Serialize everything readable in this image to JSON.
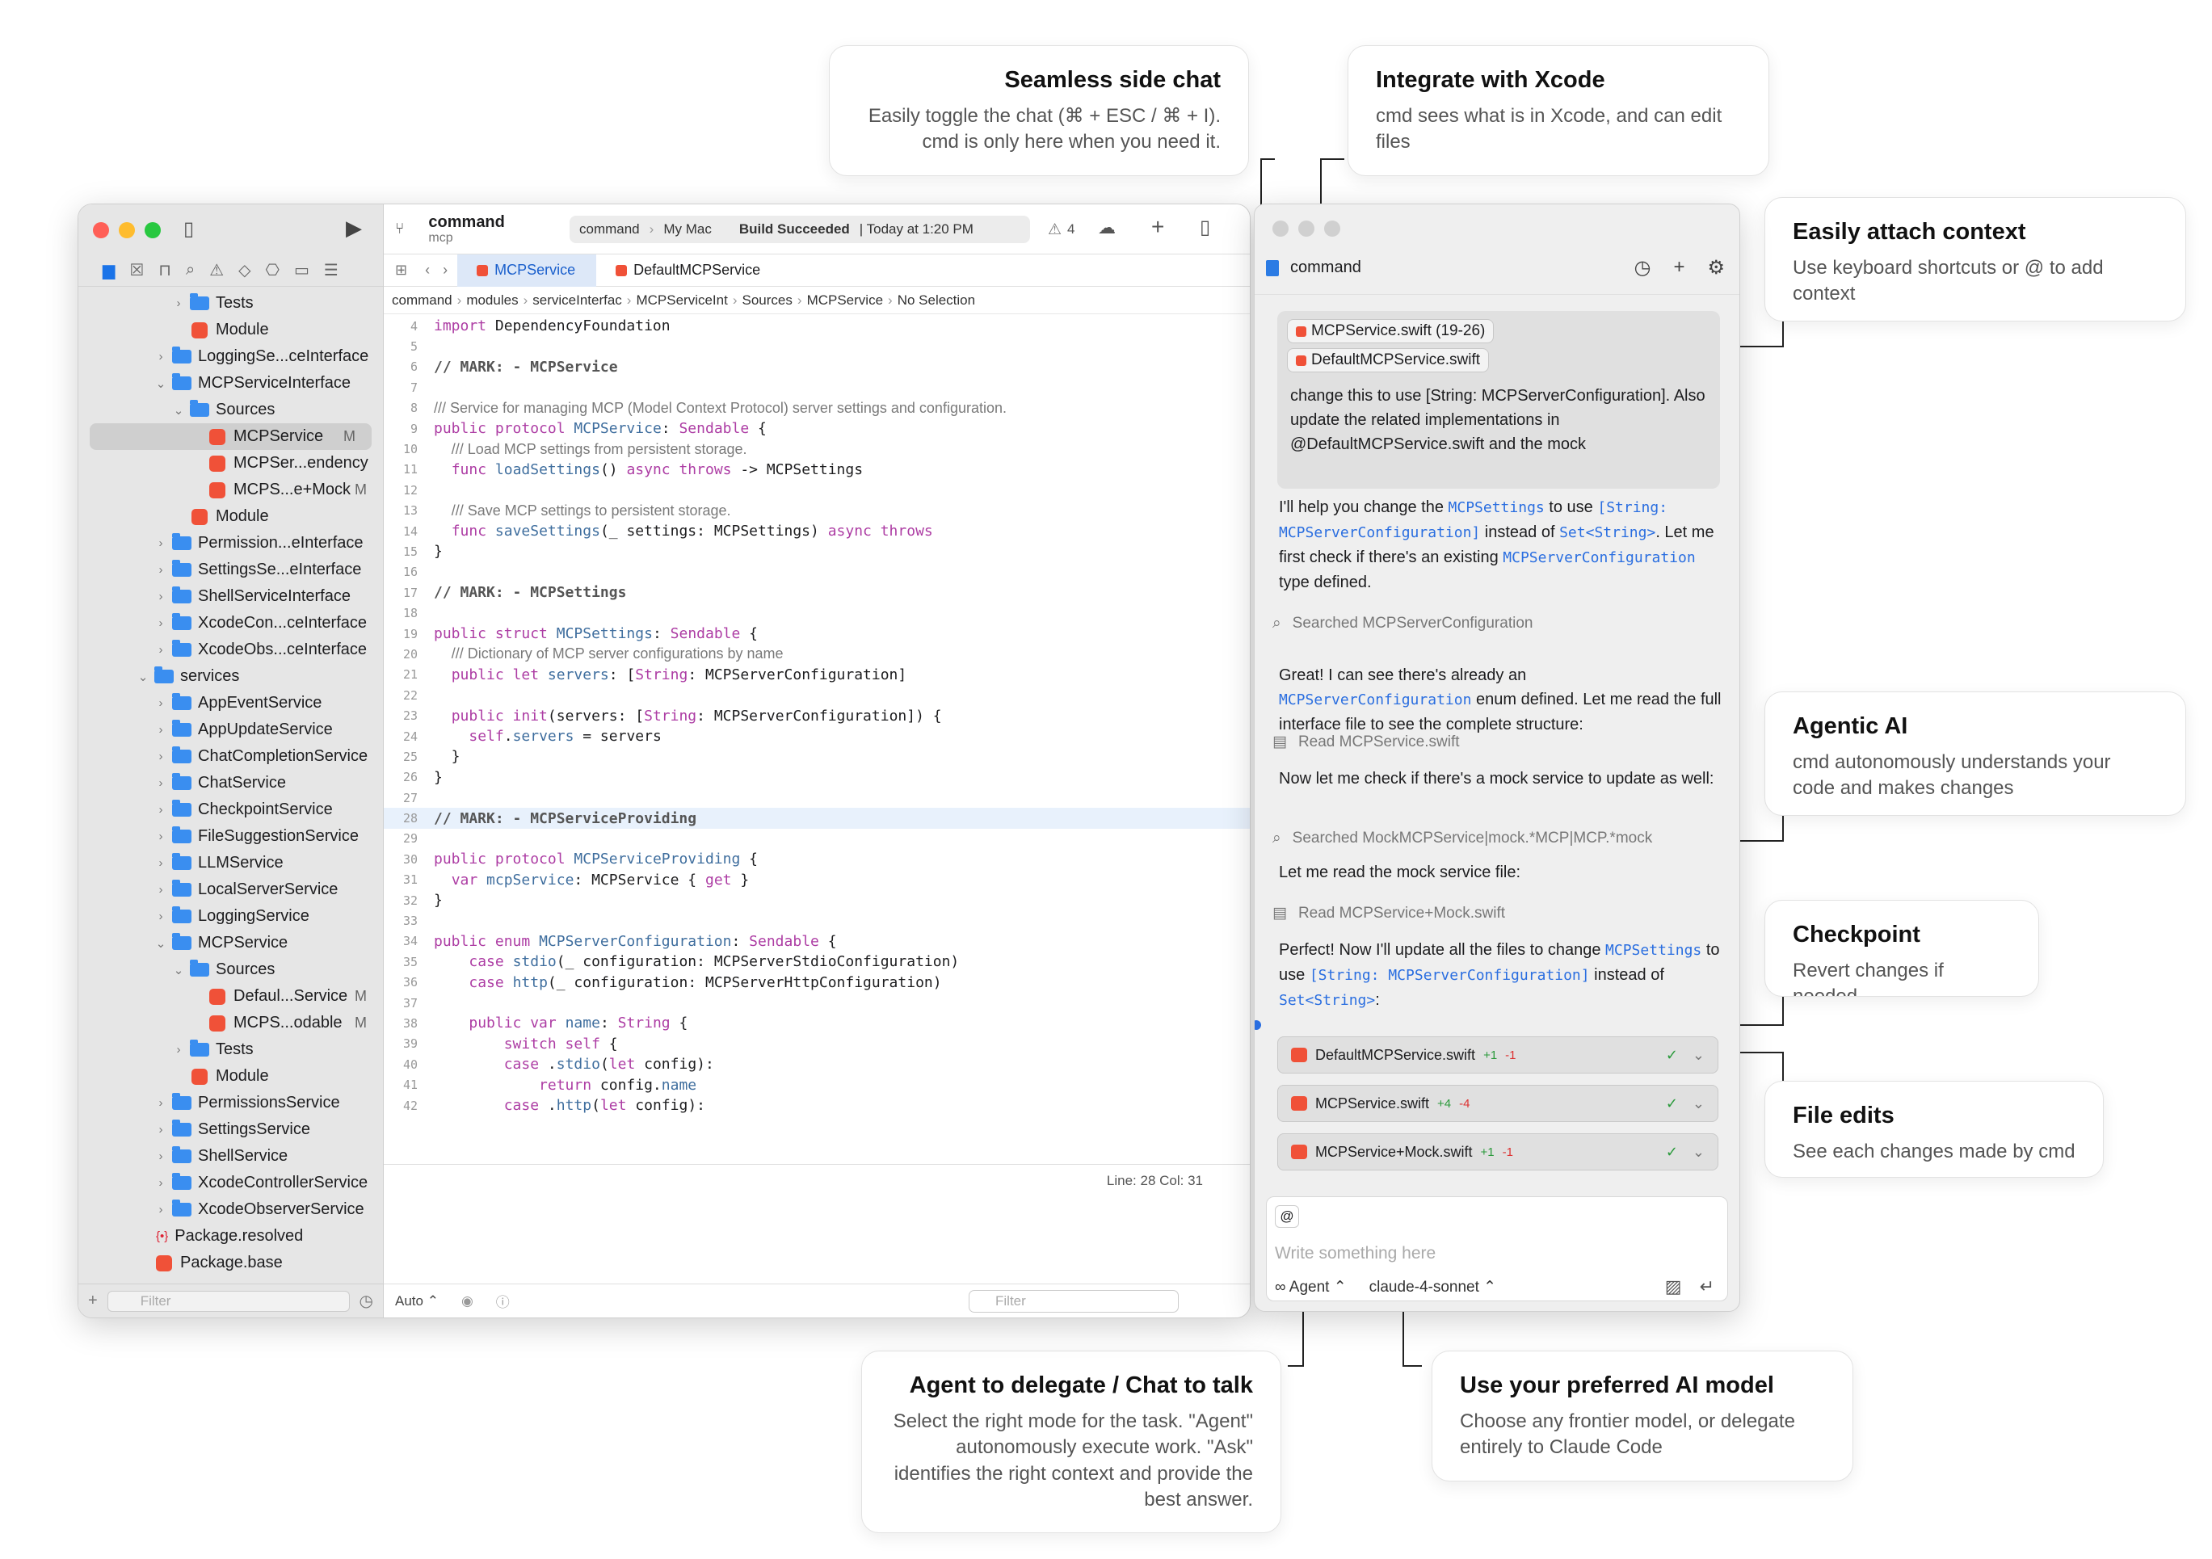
{
  "callouts": {
    "side_chat": {
      "title": "Seamless side chat",
      "desc": "Easily toggle the chat (⌘ + ESC / ⌘ + I). cmd is only here when you need it."
    },
    "xcode": {
      "title": "Integrate with Xcode",
      "desc": "cmd sees what is in Xcode, and can edit files"
    },
    "context": {
      "title": "Easily attach context",
      "desc": "Use keyboard shortcuts or @ to add context"
    },
    "agentic": {
      "title": "Agentic AI",
      "desc": "cmd autonomously understands your code and makes changes"
    },
    "checkpoint": {
      "title": "Checkpoint",
      "desc": "Revert changes if needed"
    },
    "file_edits": {
      "title": "File edits",
      "desc": "See each changes made by cmd"
    },
    "agent_chat": {
      "title": "Agent to delegate / Chat to talk",
      "desc": "Select the right mode for the task. \"Agent\" autonomously execute work. \"Ask\" identifies the right context and provide the best answer."
    },
    "ai_model": {
      "title": "Use your preferred AI model",
      "desc": "Choose any frontier model, or delegate entirely to Claude Code"
    }
  },
  "xcode": {
    "toolbar": {
      "project": "command",
      "branch": "mcp",
      "scheme": "command",
      "destination": "My Mac",
      "build_status": "Build Succeeded",
      "build_time": "| Today at 1:20 PM",
      "warnings": "4"
    },
    "tabs": [
      {
        "label": "MCPService"
      },
      {
        "label": "DefaultMCPService"
      }
    ],
    "breadcrumbs": [
      "command",
      "modules",
      "serviceInterfac",
      "MCPServiceInt",
      "Sources",
      "MCPService",
      "No Selection"
    ],
    "navigator": [
      {
        "label": "Tests",
        "indent": 1,
        "kind": "folder",
        "chev": "›"
      },
      {
        "label": "Module",
        "indent": 1,
        "kind": "swift",
        "chev": ""
      },
      {
        "label": "LoggingSe...ceInterface",
        "indent": 0,
        "kind": "folder",
        "chev": "›"
      },
      {
        "label": "MCPServiceInterface",
        "indent": 0,
        "kind": "folder",
        "chev": "⌄"
      },
      {
        "label": "Sources",
        "indent": 1,
        "kind": "folder",
        "chev": "⌄"
      },
      {
        "label": "MCPService",
        "indent": 2,
        "kind": "swift",
        "chev": "",
        "badge": "M",
        "selected": true
      },
      {
        "label": "MCPSer...endency",
        "indent": 2,
        "kind": "swift",
        "chev": ""
      },
      {
        "label": "MCPS...e+Mock",
        "indent": 2,
        "kind": "swift",
        "chev": "",
        "badge": "M"
      },
      {
        "label": "Module",
        "indent": 1,
        "kind": "swift",
        "chev": ""
      },
      {
        "label": "Permission...eInterface",
        "indent": 0,
        "kind": "folder",
        "chev": "›"
      },
      {
        "label": "SettingsSe...eInterface",
        "indent": 0,
        "kind": "folder",
        "chev": "›"
      },
      {
        "label": "ShellServiceInterface",
        "indent": 0,
        "kind": "folder",
        "chev": "›"
      },
      {
        "label": "XcodeCon...ceInterface",
        "indent": 0,
        "kind": "folder",
        "chev": "›"
      },
      {
        "label": "XcodeObs...ceInterface",
        "indent": 0,
        "kind": "folder",
        "chev": "›"
      },
      {
        "label": "services",
        "indent": -1,
        "kind": "folder",
        "chev": "⌄"
      },
      {
        "label": "AppEventService",
        "indent": 0,
        "kind": "folder",
        "chev": "›"
      },
      {
        "label": "AppUpdateService",
        "indent": 0,
        "kind": "folder",
        "chev": "›"
      },
      {
        "label": "ChatCompletionService",
        "indent": 0,
        "kind": "folder",
        "chev": "›"
      },
      {
        "label": "ChatService",
        "indent": 0,
        "kind": "folder",
        "chev": "›"
      },
      {
        "label": "CheckpointService",
        "indent": 0,
        "kind": "folder",
        "chev": "›"
      },
      {
        "label": "FileSuggestionService",
        "indent": 0,
        "kind": "folder",
        "chev": "›"
      },
      {
        "label": "LLMService",
        "indent": 0,
        "kind": "folder",
        "chev": "›"
      },
      {
        "label": "LocalServerService",
        "indent": 0,
        "kind": "folder",
        "chev": "›"
      },
      {
        "label": "LoggingService",
        "indent": 0,
        "kind": "folder",
        "chev": "›"
      },
      {
        "label": "MCPService",
        "indent": 0,
        "kind": "folder",
        "chev": "⌄"
      },
      {
        "label": "Sources",
        "indent": 1,
        "kind": "folder",
        "chev": "⌄"
      },
      {
        "label": "Defaul...Service",
        "indent": 2,
        "kind": "swift",
        "chev": "",
        "badge": "M"
      },
      {
        "label": "MCPS...odable",
        "indent": 2,
        "kind": "swift",
        "chev": "",
        "badge": "M"
      },
      {
        "label": "Tests",
        "indent": 1,
        "kind": "folder",
        "chev": "›"
      },
      {
        "label": "Module",
        "indent": 1,
        "kind": "swift",
        "chev": ""
      },
      {
        "label": "PermissionsService",
        "indent": 0,
        "kind": "folder",
        "chev": "›"
      },
      {
        "label": "SettingsService",
        "indent": 0,
        "kind": "folder",
        "chev": "›"
      },
      {
        "label": "ShellService",
        "indent": 0,
        "kind": "folder",
        "chev": "›"
      },
      {
        "label": "XcodeControllerService",
        "indent": 0,
        "kind": "folder",
        "chev": "›"
      },
      {
        "label": "XcodeObserverService",
        "indent": 0,
        "kind": "folder",
        "chev": "›"
      },
      {
        "label": "Package.resolved",
        "indent": -1,
        "kind": "pkg",
        "chev": ""
      },
      {
        "label": "Package.base",
        "indent": -1,
        "kind": "swift",
        "chev": ""
      }
    ],
    "filter_placeholder": "Filter",
    "cursor_pos": "Line: 28  Col: 31",
    "bottom_mode": "Auto ⌃",
    "code": [
      {
        "n": "4",
        "html": "<span class='kw'>import</span> DependencyFoundation"
      },
      {
        "n": "5",
        "html": ""
      },
      {
        "n": "6",
        "html": "<span class='mk'>// MARK: - MCPService</span>"
      },
      {
        "n": "7",
        "html": ""
      },
      {
        "n": "8",
        "html": "<span class='cm'>/// Service for managing MCP (Model Context Protocol) server settings and configuration.</span>"
      },
      {
        "n": "9",
        "html": "<span class='kw'>public protocol</span> <span class='ty'>MCPService</span>: <span class='kw'>Sendable</span> {"
      },
      {
        "n": "10",
        "html": "  <span class='cm'>/// Load MCP settings from persistent storage.</span>"
      },
      {
        "n": "11",
        "html": "  <span class='kw'>func</span> <span class='ty'>loadSettings</span>() <span class='kw'>async throws</span> -&gt; MCPSettings"
      },
      {
        "n": "12",
        "html": ""
      },
      {
        "n": "13",
        "html": "  <span class='cm'>/// Save MCP settings to persistent storage.</span>"
      },
      {
        "n": "14",
        "html": "  <span class='kw'>func</span> <span class='ty'>saveSettings</span>(_ settings: MCPSettings) <span class='kw'>async throws</span>"
      },
      {
        "n": "15",
        "html": "}"
      },
      {
        "n": "16",
        "html": ""
      },
      {
        "n": "17",
        "html": "<span class='mk'>// MARK: - MCPSettings</span>"
      },
      {
        "n": "18",
        "html": ""
      },
      {
        "n": "19",
        "html": "<span class='kw'>public struct</span> <span class='ty'>MCPSettings</span>: <span class='kw'>Sendable</span> {"
      },
      {
        "n": "20",
        "html": "  <span class='cm'>/// Dictionary of MCP server configurations by name</span>"
      },
      {
        "n": "21",
        "html": "  <span class='kw'>public let</span> <span class='ty'>servers</span>: [<span class='kw'>String</span>: MCPServerConfiguration]"
      },
      {
        "n": "22",
        "html": ""
      },
      {
        "n": "23",
        "html": "  <span class='kw'>public init</span>(servers: [<span class='kw'>String</span>: MCPServerConfiguration]) {"
      },
      {
        "n": "24",
        "html": "    <span class='kw'>self</span>.<span class='ty'>servers</span> = servers"
      },
      {
        "n": "25",
        "html": "  }"
      },
      {
        "n": "26",
        "html": "}"
      },
      {
        "n": "27",
        "html": ""
      },
      {
        "n": "28",
        "html": "<span class='mk'>// MARK: - MCPServiceProviding</span>",
        "hl": true
      },
      {
        "n": "29",
        "html": ""
      },
      {
        "n": "30",
        "html": "<span class='kw'>public protocol</span> <span class='ty'>MCPServiceProviding</span> {"
      },
      {
        "n": "31",
        "html": "  <span class='kw'>var</span> <span class='ty'>mcpService</span>: MCPService { <span class='kw'>get</span> }"
      },
      {
        "n": "32",
        "html": "}"
      },
      {
        "n": "33",
        "html": ""
      },
      {
        "n": "34",
        "html": "<span class='kw'>public enum</span> <span class='ty'>MCPServerConfiguration</span>: <span class='kw'>Sendable</span> {"
      },
      {
        "n": "35",
        "html": "    <span class='kw'>case</span> <span class='ty'>stdio</span>(_ configuration: MCPServerStdioConfiguration)"
      },
      {
        "n": "36",
        "html": "    <span class='kw'>case</span> <span class='ty'>http</span>(_ configuration: MCPServerHttpConfiguration)"
      },
      {
        "n": "37",
        "html": ""
      },
      {
        "n": "38",
        "html": "    <span class='kw'>public var</span> <span class='ty'>name</span>: <span class='kw'>String</span> {"
      },
      {
        "n": "39",
        "html": "        <span class='kw'>switch self</span> {"
      },
      {
        "n": "40",
        "html": "        <span class='kw'>case</span> .<span class='ty'>stdio</span>(<span class='kw'>let</span> config):"
      },
      {
        "n": "41",
        "html": "            <span class='kw'>return</span> config.<span class='ty'>name</span>"
      },
      {
        "n": "42",
        "html": "        <span class='kw'>case</span> .<span class='ty'>http</span>(<span class='kw'>let</span> config):"
      }
    ]
  },
  "chat": {
    "title": "command",
    "user_chips": [
      "MCPService.swift (19-26)",
      "DefaultMCPService.swift"
    ],
    "user_text": "change this to use [String: MCPServerConfiguration]. Also update the related implementations in @DefaultMCPService.swift and the mock",
    "tools": {
      "t1": "Searched MCPServerConfiguration",
      "t2": "Read MCPService.swift",
      "t3": "Searched MockMCPService|mock.*MCP|MCP.*mock",
      "t4": "Read MCPService+Mock.swift"
    },
    "messages": {
      "m3": "Now let me check if there's a mock service to update as well:",
      "m4": "Let me read the mock service file:"
    },
    "edits": [
      {
        "file": "DefaultMCPService.swift",
        "add": "+1",
        "del": "-1"
      },
      {
        "file": "MCPService.swift",
        "add": "+4",
        "del": "-4"
      },
      {
        "file": "MCPService+Mock.swift",
        "add": "+1",
        "del": "-1"
      }
    ],
    "composer": {
      "placeholder": "Write something here",
      "mode": "∞ Agent ⌃",
      "model": "claude-4-sonnet ⌃"
    }
  }
}
